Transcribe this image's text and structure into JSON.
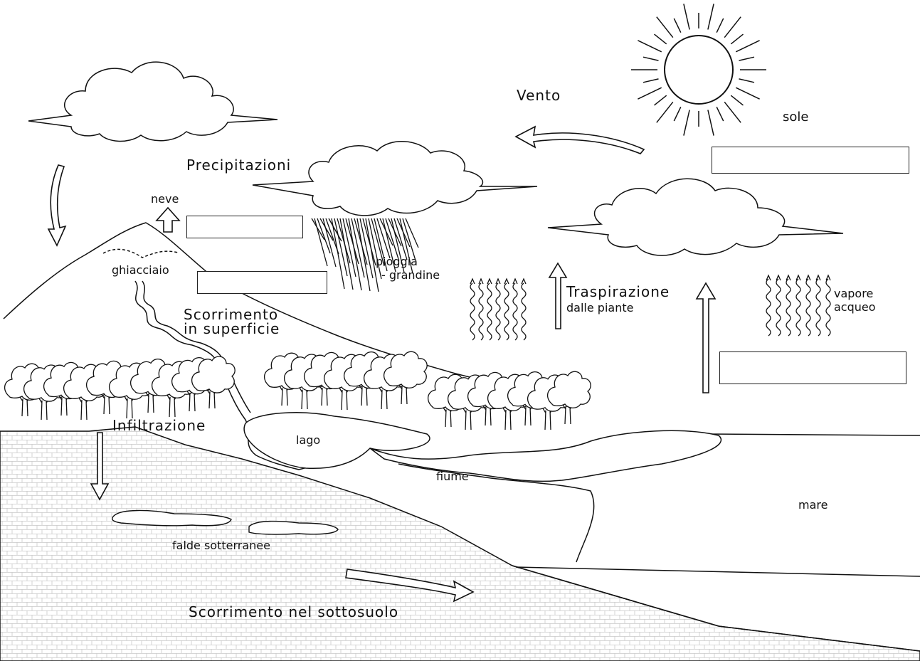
{
  "labels": {
    "sole": "sole",
    "vento": "Vento",
    "precipitazioni": "Precipitazioni",
    "neve": "neve",
    "ghiacciaio": "ghiacciaio",
    "pioggia": "pioggia",
    "grandine": "- grandine",
    "traspirazione": "Traspirazione",
    "dalle_piante": "dalle piante",
    "vapore": "vapore",
    "acqueo": "acqueo",
    "scorrimento_1": "Scorrimento",
    "scorrimento_2": "in superficie",
    "infiltrazione": "Infiltrazione",
    "lago": "lago",
    "fiume": "fiume",
    "mare": "mare",
    "falde": "falde sotterranee",
    "sottosuolo": "Scorrimento nel sottosuolo"
  },
  "answer_boxes": 4
}
